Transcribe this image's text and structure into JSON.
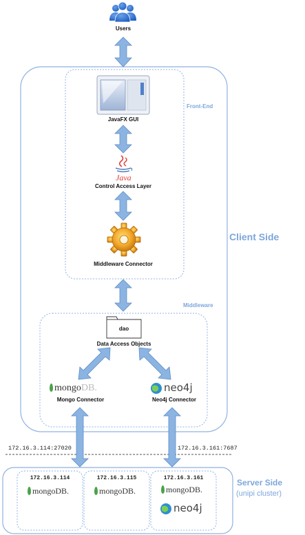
{
  "users": {
    "label": "Users",
    "icon": "users-icon"
  },
  "client_side": {
    "title": "Client Side",
    "front_end": {
      "title": "Front-End",
      "javafx": {
        "label": "JavaFX GUI",
        "icon": "window-icon"
      },
      "control": {
        "label": "Control Access Layer",
        "icon": "java-logo-icon",
        "logo_text": "Java"
      },
      "middleware_connector": {
        "label": "Middleware Connector",
        "icon": "gear-icon"
      }
    },
    "middleware": {
      "title": "Middleware",
      "dao": {
        "folder_label": "dao",
        "label": "Data Access Objects",
        "icon": "folder-icon"
      },
      "mongo": {
        "label": "Mongo Connector",
        "logo_main": "mongo",
        "logo_suffix": "DB."
      },
      "neo4j": {
        "label": "Neo4j Connector",
        "logo_text": "neo4j"
      }
    }
  },
  "connections": {
    "mongo_endpoint": "172.16.3.114:27020",
    "neo4j_endpoint": "172.16.3.161:7687"
  },
  "server_side": {
    "title": "Server Side",
    "subtitle": "(unipi cluster)",
    "nodes": [
      {
        "ip": "172.16.3.114",
        "logos": [
          "mongoDB."
        ]
      },
      {
        "ip": "172.16.3.115",
        "logos": [
          "mongoDB."
        ]
      },
      {
        "ip": "172.16.3.161",
        "logos": [
          "mongoDB.",
          "neo4j"
        ]
      }
    ]
  },
  "colors": {
    "arrow_fill": "#8cb4e2",
    "arrow_stroke": "#5d8cc4",
    "box_border": "#8fb1e0",
    "section_text": "#7da6dc"
  }
}
